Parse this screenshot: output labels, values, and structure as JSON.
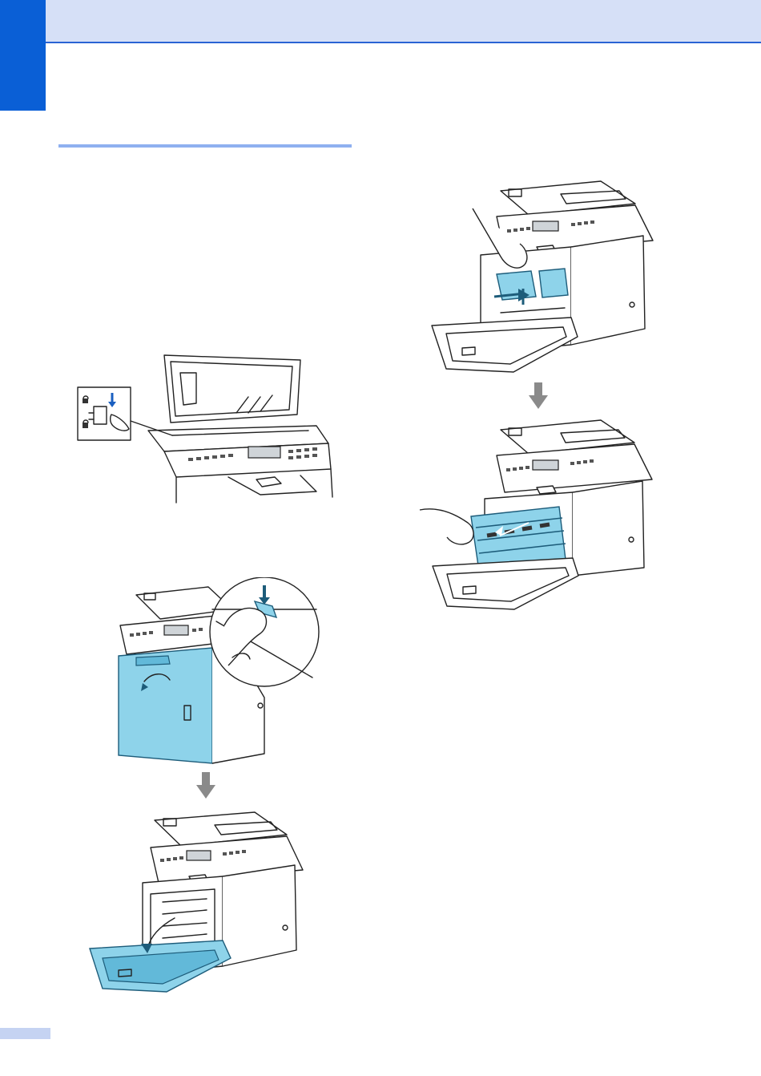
{
  "page": {
    "colors": {
      "header_band": "#d6e0f7",
      "chapter_tab": "#0a5fd6",
      "section_rule": "#8fb0f0",
      "footer_bar": "#c5d3f2",
      "highlight_blue": "#8ed3ea",
      "arrow_grey": "#8a8a8a"
    }
  },
  "illustrations": [
    {
      "id": "scanner-lock-lever",
      "icon": "scanner-lock-icon"
    },
    {
      "id": "front-cover-release",
      "icon": "push-button-icon"
    },
    {
      "id": "front-cover-open",
      "icon": "open-cover-icon"
    },
    {
      "id": "drum-unit-release",
      "icon": "drum-release-icon"
    },
    {
      "id": "drum-unit-pull-out",
      "icon": "drum-pull-icon"
    }
  ],
  "arrows": [
    {
      "id": "step-arrow-left",
      "icon": "arrow-down-icon"
    },
    {
      "id": "step-arrow-right",
      "icon": "arrow-down-icon"
    }
  ]
}
